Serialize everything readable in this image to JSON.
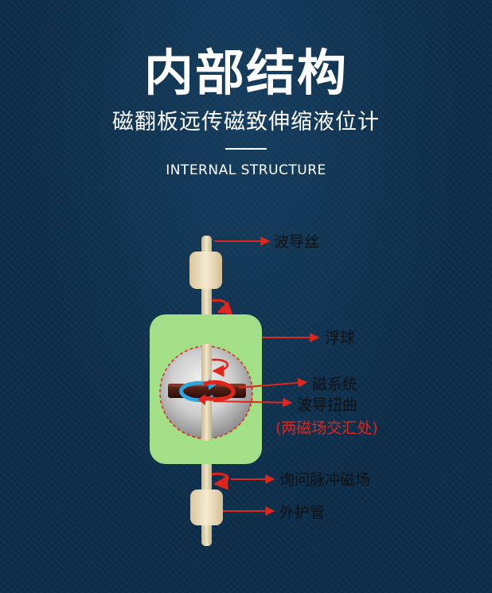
{
  "header": {
    "title": "内部结构",
    "subtitle": "磁翻板远传磁致伸缩液位计",
    "english": "INTERNAL STRUCTURE"
  },
  "diagram": {
    "labels": {
      "waveguide_wire": "波导丝",
      "float": "浮球",
      "magnet_system": "磁系统",
      "waveguide_twist": "波导扭曲",
      "twist_note": "(两磁场交汇处)",
      "interrogation_field": "询问脉冲磁场",
      "outer_tube": "外护管"
    },
    "colors": {
      "background": "#0d2f4c",
      "float_green": "#a3df86",
      "arrow_red": "#e0261a",
      "tube_beige": "#eadcb8"
    }
  }
}
